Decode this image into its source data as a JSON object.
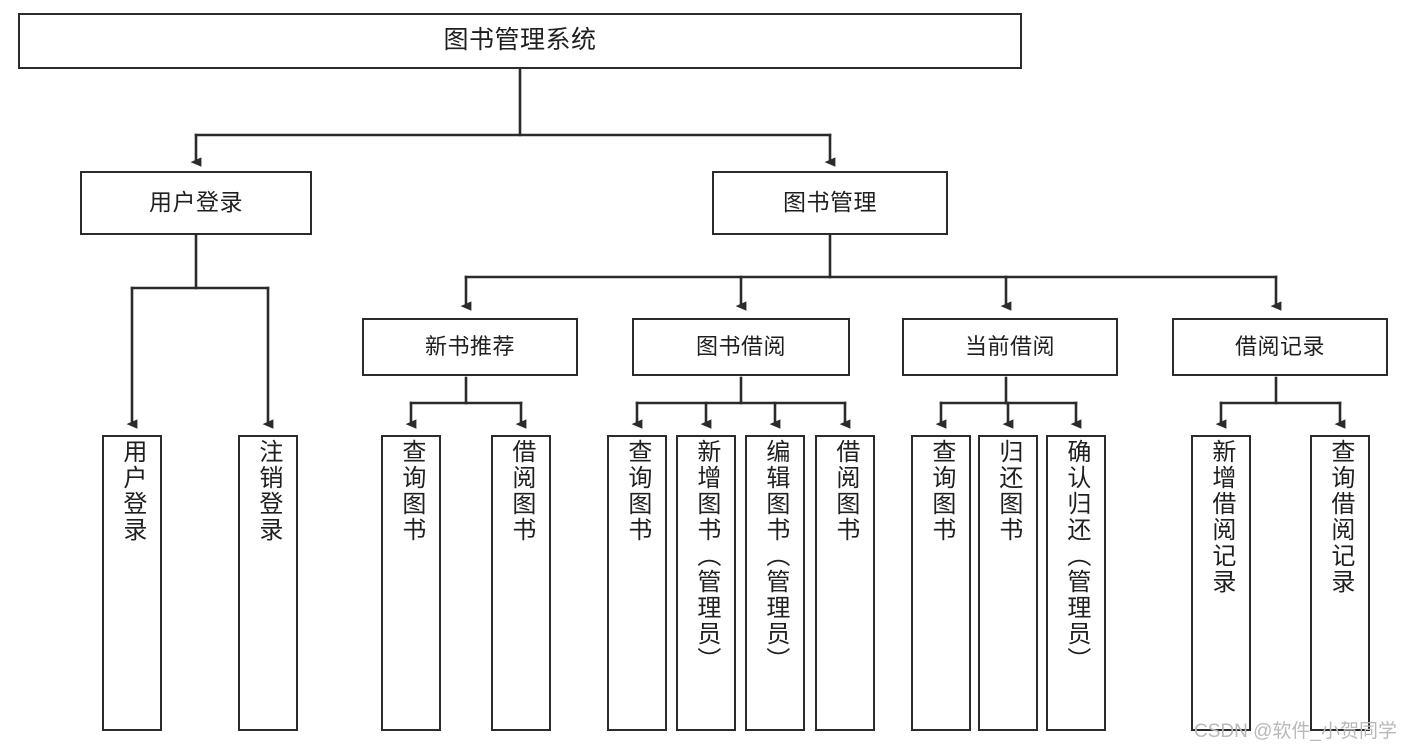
{
  "diagram": {
    "title": "图书管理系统",
    "type": "tree-hierarchy-chart",
    "stroke_color": "#2b2b2b",
    "fill_color": "#ffffff",
    "root": {
      "label": "图书管理系统"
    },
    "level2": [
      {
        "label": "用户登录"
      },
      {
        "label": "图书管理"
      }
    ],
    "level3": [
      {
        "label": "新书推荐"
      },
      {
        "label": "图书借阅"
      },
      {
        "label": "当前借阅"
      },
      {
        "label": "借阅记录"
      }
    ],
    "leaves": {
      "user_login": [
        {
          "label": "用户登录"
        },
        {
          "label": "注销登录"
        }
      ],
      "new_book_recommend": [
        {
          "label": "查询图书"
        },
        {
          "label": "借阅图书"
        }
      ],
      "book_borrow": [
        {
          "label": "查询图书"
        },
        {
          "label": "新增图书（管理员）"
        },
        {
          "label": "编辑图书（管理员）"
        },
        {
          "label": "借阅图书"
        }
      ],
      "current_borrow": [
        {
          "label": "查询图书"
        },
        {
          "label": "归还图书"
        },
        {
          "label": "确认归还（管理员）"
        }
      ],
      "borrow_record": [
        {
          "label": "新增借阅记录"
        },
        {
          "label": "查询借阅记录"
        }
      ]
    }
  },
  "watermark": {
    "text": "CSDN @软件_小贺同学"
  }
}
